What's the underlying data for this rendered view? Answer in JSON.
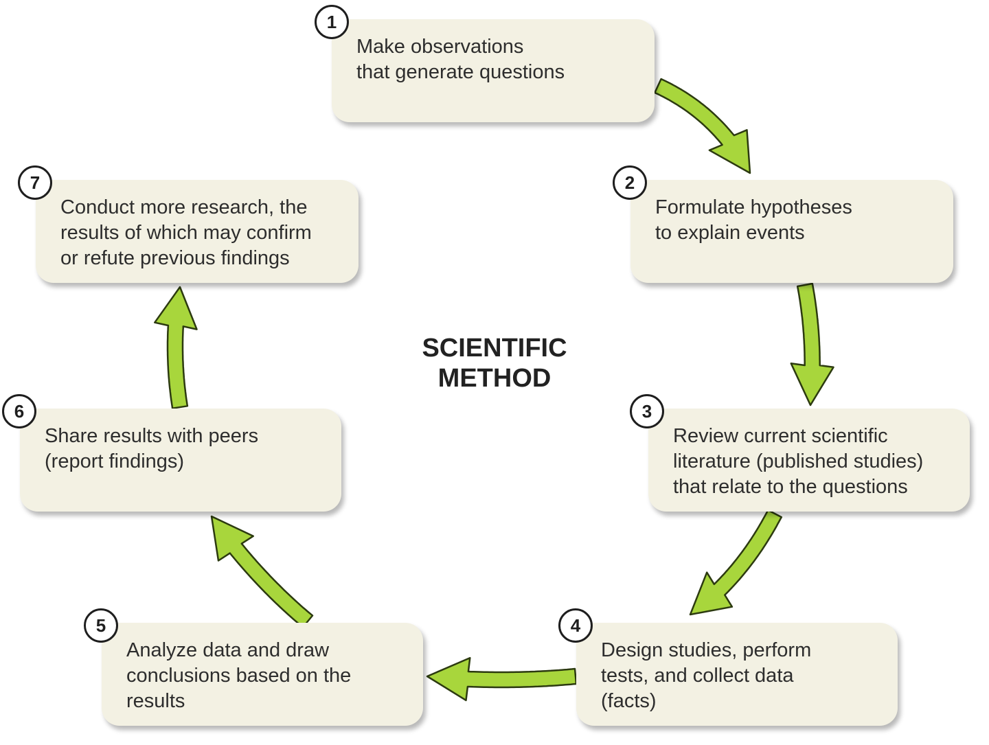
{
  "title": "SCIENTIFIC\nMETHOD",
  "colors": {
    "box_fill": "#f3f1e3",
    "arrow_fill": "#a8d63c",
    "arrow_stroke": "#2c3a10",
    "number_border": "#1e1e1e"
  },
  "steps": [
    {
      "number": "1",
      "text": "Make observations\nthat generate questions"
    },
    {
      "number": "2",
      "text": "Formulate hypotheses\nto explain events"
    },
    {
      "number": "3",
      "text": "Review current scientific\nliterature (published studies)\nthat relate to the questions"
    },
    {
      "number": "4",
      "text": "Design studies, perform\ntests, and collect data\n(facts)"
    },
    {
      "number": "5",
      "text": "Analyze data and draw\nconclusions based on the\nresults"
    },
    {
      "number": "6",
      "text": "Share results with peers\n(report findings)"
    },
    {
      "number": "7",
      "text": "Conduct more research, the\nresults of which may confirm\nor refute previous findings"
    }
  ]
}
